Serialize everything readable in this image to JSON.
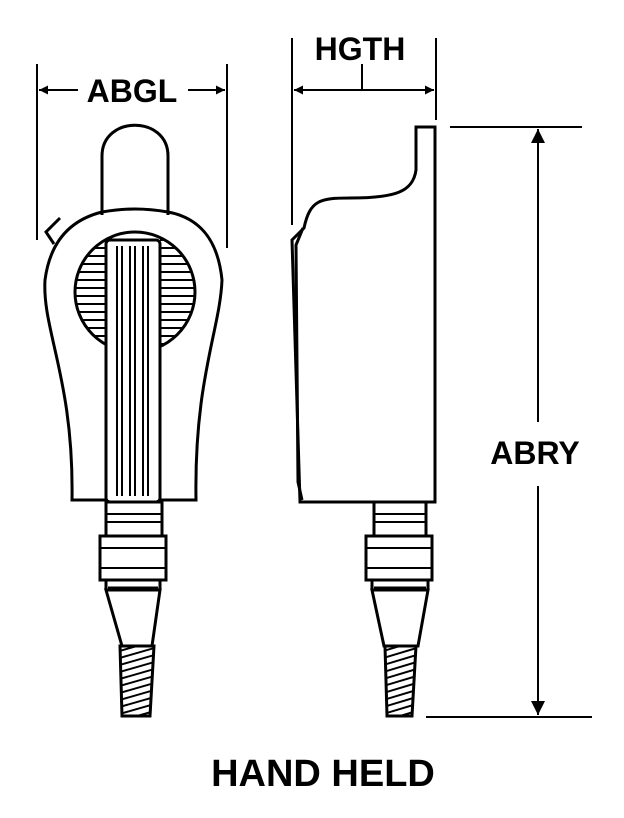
{
  "labels": {
    "width_dim": "ABGL",
    "depth_dim": "HGTH",
    "height_dim": "ABRY",
    "caption": "HAND HELD"
  },
  "colors": {
    "ink": "#000000",
    "paper": "#ffffff"
  }
}
